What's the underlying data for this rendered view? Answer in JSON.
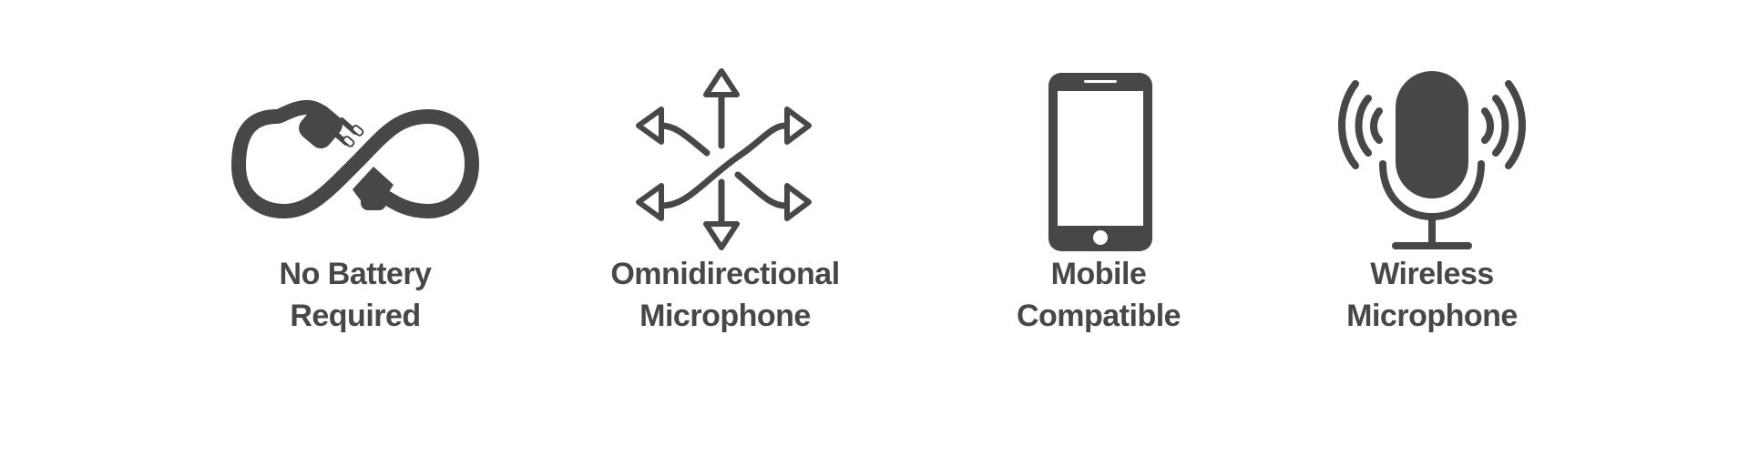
{
  "colors": {
    "icon": "#474747",
    "text": "#474747",
    "background": "#ffffff"
  },
  "features": [
    {
      "icon": "infinity-plug-icon",
      "line1": "No Battery",
      "line2": "Required"
    },
    {
      "icon": "omnidirectional-arrows-icon",
      "line1": "Omnidirectional",
      "line2": "Microphone"
    },
    {
      "icon": "smartphone-icon",
      "line1": "Mobile",
      "line2": "Compatible"
    },
    {
      "icon": "wireless-microphone-icon",
      "line1": "Wireless",
      "line2": "Microphone"
    }
  ]
}
